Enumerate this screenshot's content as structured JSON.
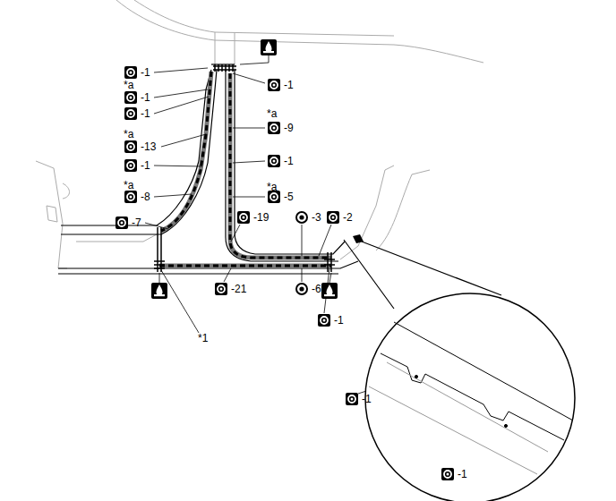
{
  "diagram": {
    "labels": [
      "-1",
      "*a",
      "-1",
      "-1",
      "*a",
      "-13",
      "-1",
      "*a",
      "-8",
      "-7",
      "-1",
      "*a",
      "-9",
      "-1",
      "*a",
      "-5",
      "-19",
      "-3",
      "-2",
      "-21",
      "-6",
      "-1",
      "*1",
      "-1",
      "-1"
    ]
  }
}
